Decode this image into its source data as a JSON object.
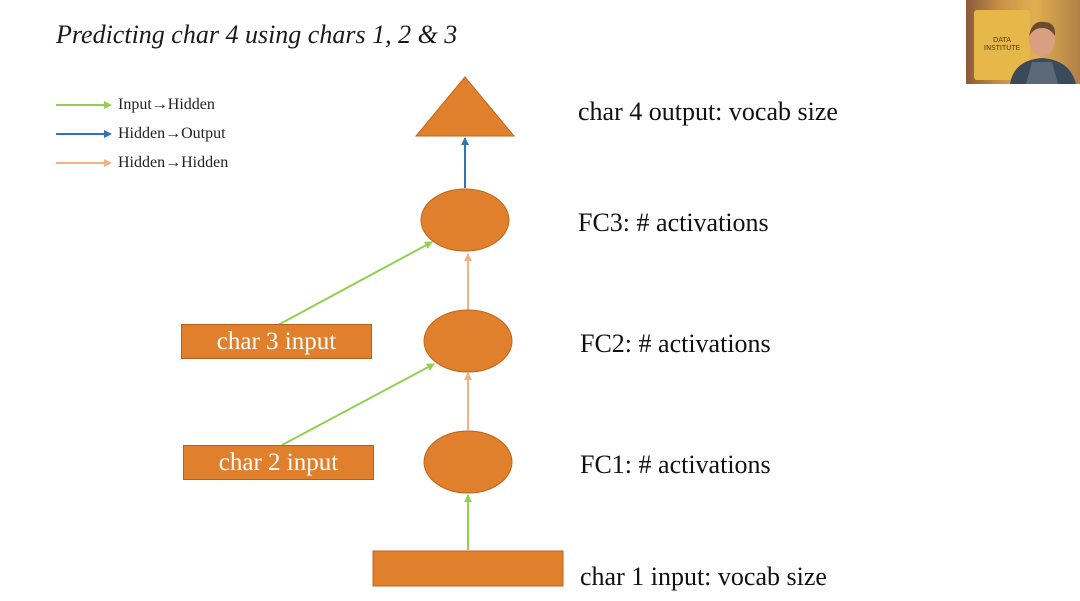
{
  "title": "Predicting char 4 using chars 1, 2 & 3",
  "legend": {
    "input_hidden": "Input→Hidden",
    "hidden_output": "Hidden→Output",
    "hidden_hidden": "Hidden→Hidden"
  },
  "colors": {
    "node": "#e07f2c",
    "input_hidden": "#92d050",
    "hidden_output": "#2e75b6",
    "hidden_hidden": "#f4b183"
  },
  "labels": {
    "output": "char 4 output: vocab size",
    "fc3": "FC3: # activations",
    "fc2": "FC2: # activations",
    "fc1": "FC1: # activations",
    "char1": "char 1 input: vocab size"
  },
  "inputs": {
    "char3": "char 3 input",
    "char2": "char 2 input"
  },
  "webcam": {
    "sign_text": "DATA INSTITUTE"
  }
}
